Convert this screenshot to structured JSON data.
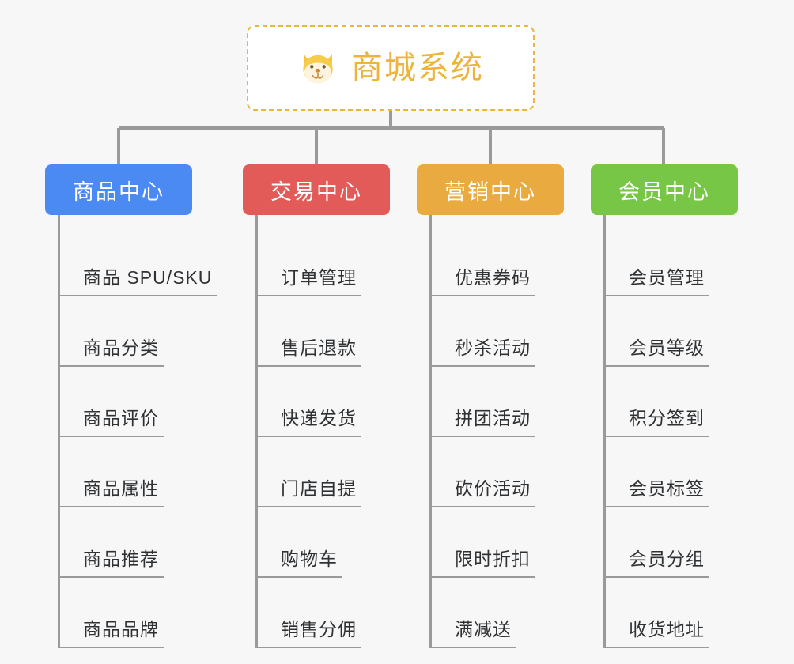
{
  "page": {
    "background_color": "#f7f7f7",
    "diagram_type": "mind-map",
    "title_text": "商城系统"
  },
  "root": {
    "label": "商城系统",
    "icon": "shiba-dog-face-emoji",
    "text_color": "#eeb339",
    "border_color": "#e9b63d",
    "fill_color": "#ffffff"
  },
  "connector": {
    "color": "#9a9a9a"
  },
  "columns": [
    {
      "label": "商品中心",
      "color": "#4a8af2",
      "items": [
        {
          "label": "商品 SPU/SKU"
        },
        {
          "label": "商品分类"
        },
        {
          "label": "商品评价"
        },
        {
          "label": "商品属性"
        },
        {
          "label": "商品推荐"
        },
        {
          "label": "商品品牌"
        }
      ]
    },
    {
      "label": "交易中心",
      "color": "#e35b58",
      "items": [
        {
          "label": "订单管理"
        },
        {
          "label": "售后退款"
        },
        {
          "label": "快递发货"
        },
        {
          "label": "门店自提"
        },
        {
          "label": "购物车"
        },
        {
          "label": "销售分佣"
        }
      ]
    },
    {
      "label": "营销中心",
      "color": "#e9ab3f",
      "items": [
        {
          "label": "优惠券码"
        },
        {
          "label": "秒杀活动"
        },
        {
          "label": "拼团活动"
        },
        {
          "label": "砍价活动"
        },
        {
          "label": "限时折扣"
        },
        {
          "label": "满减送"
        }
      ]
    },
    {
      "label": "会员中心",
      "color": "#78c646",
      "items": [
        {
          "label": "会员管理"
        },
        {
          "label": "会员等级"
        },
        {
          "label": "积分签到"
        },
        {
          "label": "会员标签"
        },
        {
          "label": "会员分组"
        },
        {
          "label": "收货地址"
        }
      ]
    }
  ]
}
